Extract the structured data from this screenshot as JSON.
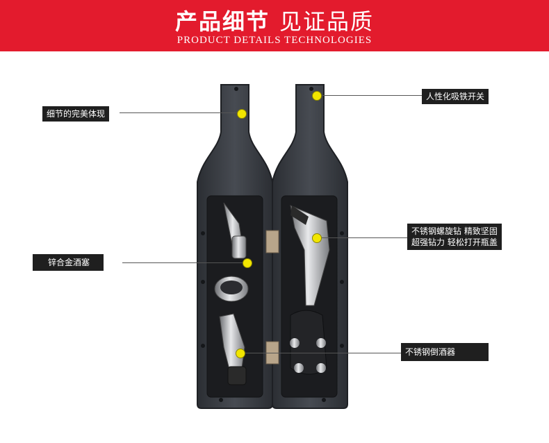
{
  "banner": {
    "title_cn_bold": "产品细节",
    "title_cn_light": "见证品质",
    "subtitle_en": "PRODUCT DETAILS TECHNOLOGIES",
    "color": "#e31b2d"
  },
  "callouts": {
    "top_right": "人性化吸铁开关",
    "top_left": "细节的完美体现",
    "middle_right_line1": "不锈钢螺旋钻 精致坚固",
    "middle_right_line2": "超强钻力 轻松打开瓶盖",
    "middle_left": "锌合金酒塞",
    "bottom_right": "不锈钢倒酒器"
  },
  "colors": {
    "marker": "#f2e600",
    "label_bg": "#1f1f1f",
    "case": "#3a3d42"
  }
}
